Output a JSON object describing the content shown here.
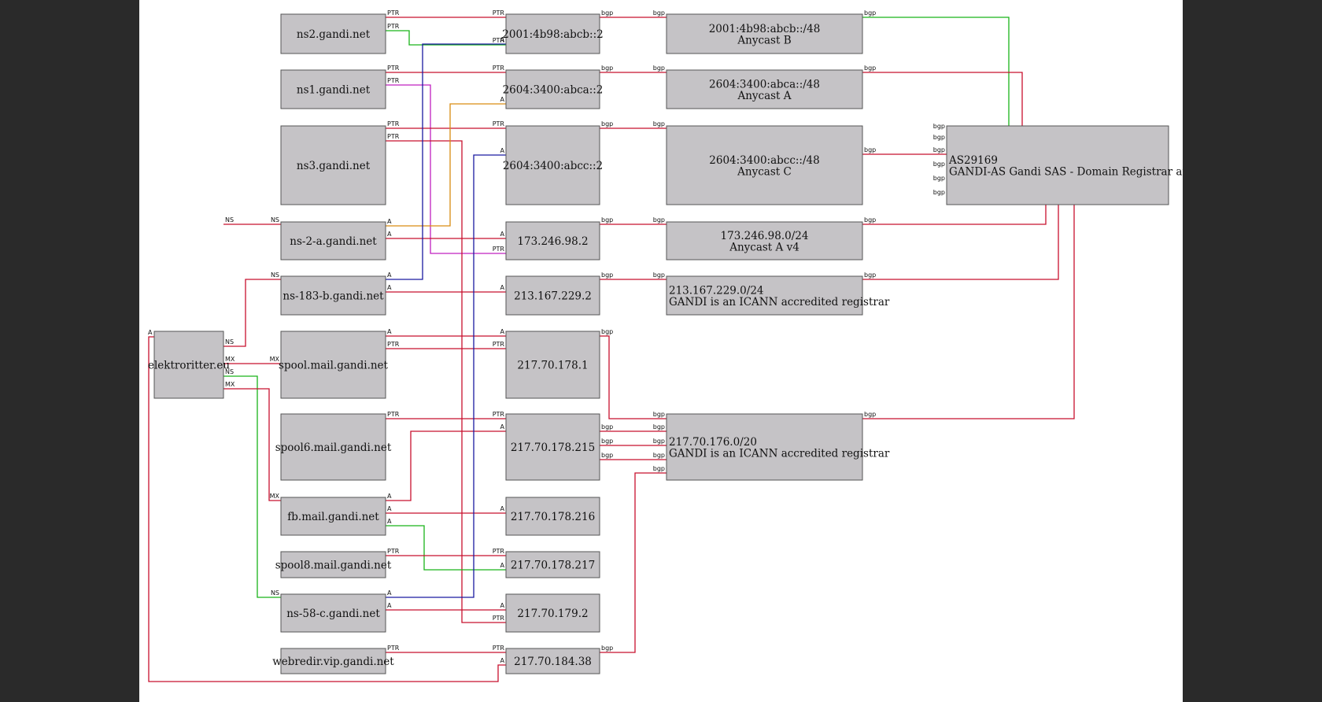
{
  "colors": {
    "page_background": "#2a2a2a",
    "canvas": "#ffffff",
    "node_fill": "#c5c3c6",
    "red": "#c8102e",
    "green": "#19b319",
    "blue": "#1a1aa0",
    "magenta": "#c020c0",
    "orange": "#d98c10"
  },
  "nodes": {
    "ns2": {
      "lines": [
        "ns2.gandi.net"
      ]
    },
    "ns1": {
      "lines": [
        "ns1.gandi.net"
      ]
    },
    "ns3": {
      "lines": [
        "ns3.gandi.net"
      ]
    },
    "ns2a": {
      "lines": [
        "ns-2-a.gandi.net"
      ]
    },
    "ns183b": {
      "lines": [
        "ns-183-b.gandi.net"
      ]
    },
    "spool": {
      "lines": [
        "spool.mail.gandi.net"
      ]
    },
    "spool6": {
      "lines": [
        "spool6.mail.gandi.net"
      ]
    },
    "fb": {
      "lines": [
        "fb.mail.gandi.net"
      ]
    },
    "spool8": {
      "lines": [
        "spool8.mail.gandi.net"
      ]
    },
    "ns58c": {
      "lines": [
        "ns-58-c.gandi.net"
      ]
    },
    "webredir": {
      "lines": [
        "webredir.vip.gandi.net"
      ]
    },
    "elektro": {
      "lines": [
        "elektroritter.eu"
      ]
    },
    "ip6b": {
      "lines": [
        "2001:4b98:abcb::2"
      ]
    },
    "ip6a": {
      "lines": [
        "2604:3400:abca::2"
      ]
    },
    "ip6c": {
      "lines": [
        "2604:3400:abcc::2"
      ]
    },
    "ip173": {
      "lines": [
        "173.246.98.2"
      ]
    },
    "ip213": {
      "lines": [
        "213.167.229.2"
      ]
    },
    "ip1781": {
      "lines": [
        "217.70.178.1"
      ]
    },
    "ip178215": {
      "lines": [
        "217.70.178.215"
      ]
    },
    "ip178216": {
      "lines": [
        "217.70.178.216"
      ]
    },
    "ip178217": {
      "lines": [
        "217.70.178.217"
      ]
    },
    "ip1792": {
      "lines": [
        "217.70.179.2"
      ]
    },
    "ip18438": {
      "lines": [
        "217.70.184.38"
      ]
    },
    "netB": {
      "lines": [
        "2001:4b98:abcb::/48",
        "Anycast B"
      ]
    },
    "netA": {
      "lines": [
        "2604:3400:abca::/48",
        "Anycast A"
      ]
    },
    "netC": {
      "lines": [
        "2604:3400:abcc::/48",
        "Anycast C"
      ]
    },
    "net173": {
      "lines": [
        "173.246.98.0/24",
        "Anycast A v4"
      ]
    },
    "net213": {
      "lines": [
        "213.167.229.0/24",
        "GANDI is an ICANN accredited registrar"
      ]
    },
    "net217": {
      "lines": [
        "217.70.176.0/20",
        "GANDI is an ICANN accredited registrar"
      ]
    },
    "as": {
      "lines": [
        "AS29169",
        "GANDI-AS Gandi SAS - Domain Registrar an"
      ]
    }
  },
  "edges": [
    {
      "from": "ns2",
      "to": "ip6b",
      "from_label": "PTR",
      "to_label": "PTR",
      "color": "red"
    },
    {
      "from": "ns2",
      "to": "ip213",
      "from_label": "PTR",
      "to_label": "PTR",
      "color": "green"
    },
    {
      "from": "ns1",
      "to": "ip6a",
      "from_label": "PTR",
      "to_label": "PTR",
      "color": "red"
    },
    {
      "from": "ns1",
      "to": "ip173",
      "from_label": "PTR",
      "to_label": "PTR",
      "color": "magenta"
    },
    {
      "from": "ns3",
      "to": "ip6c",
      "from_label": "PTR",
      "to_label": "PTR",
      "color": "red"
    },
    {
      "from": "ns3",
      "to": "ip1792",
      "from_label": "PTR",
      "to_label": "PTR",
      "color": "red"
    },
    {
      "from": "ns2a",
      "to": "ip6a",
      "from_label": "A",
      "to_label": "A",
      "color": "orange"
    },
    {
      "from": "ns2a",
      "to": "ip173",
      "from_label": "A",
      "to_label": "A",
      "color": "red"
    },
    {
      "from": "ns183b",
      "to": "ip6b",
      "from_label": "A",
      "to_label": "A",
      "color": "blue"
    },
    {
      "from": "ns183b",
      "to": "ip213",
      "from_label": "A",
      "to_label": "A",
      "color": "red"
    },
    {
      "from": "spool",
      "to": "ip1781",
      "from_label": "A",
      "to_label": "A",
      "color": "red"
    },
    {
      "from": "spool",
      "to": "ip1781",
      "from_label": "PTR",
      "to_label": "PTR",
      "color": "red"
    },
    {
      "from": "spool6",
      "to": "ip178215",
      "from_label": "PTR",
      "to_label": "PTR",
      "color": "red"
    },
    {
      "from": "fb",
      "to": "ip178215",
      "from_label": "A",
      "to_label": "A",
      "color": "red"
    },
    {
      "from": "fb",
      "to": "ip178216",
      "from_label": "A",
      "to_label": "A",
      "color": "red"
    },
    {
      "from": "fb",
      "to": "ip178217",
      "from_label": "A",
      "to_label": "A",
      "color": "green"
    },
    {
      "from": "spool8",
      "to": "ip178217",
      "from_label": "PTR",
      "to_label": "PTR",
      "color": "red"
    },
    {
      "from": "ns58c",
      "to": "ip6c",
      "from_label": "A",
      "to_label": "A",
      "color": "blue"
    },
    {
      "from": "ns58c",
      "to": "ip1792",
      "from_label": "A",
      "to_label": "A",
      "color": "red"
    },
    {
      "from": "webredir",
      "to": "ip18438",
      "from_label": "PTR",
      "to_label": "PTR",
      "color": "red"
    },
    {
      "from": "elektro",
      "to": "ns2a",
      "from_label": "NS",
      "to_label": "NS",
      "color": "red"
    },
    {
      "from": "elektro",
      "to": "ns183b",
      "from_label": "NS",
      "to_label": "NS",
      "color": "red"
    },
    {
      "from": "elektro",
      "to": "spool",
      "from_label": "MX",
      "to_label": "MX",
      "color": "red"
    },
    {
      "from": "elektro",
      "to": "ns58c",
      "from_label": "NS",
      "to_label": "NS",
      "color": "green"
    },
    {
      "from": "elektro",
      "to": "fb",
      "from_label": "MX",
      "to_label": "MX",
      "color": "red"
    },
    {
      "from": "elektro",
      "to": "ip18438",
      "from_label": "A",
      "to_label": "A",
      "color": "red"
    },
    {
      "from": "ip6b",
      "to": "netB",
      "from_label": "bgp",
      "to_label": "bgp",
      "color": "red"
    },
    {
      "from": "ip6a",
      "to": "netA",
      "from_label": "bgp",
      "to_label": "bgp",
      "color": "red"
    },
    {
      "from": "ip6c",
      "to": "netC",
      "from_label": "bgp",
      "to_label": "bgp",
      "color": "red"
    },
    {
      "from": "ip173",
      "to": "net173",
      "from_label": "bgp",
      "to_label": "bgp",
      "color": "red"
    },
    {
      "from": "ip213",
      "to": "net213",
      "from_label": "bgp",
      "to_label": "bgp",
      "color": "red"
    },
    {
      "from": "ip1781",
      "to": "net217",
      "from_label": "bgp",
      "to_label": "bgp",
      "color": "red"
    },
    {
      "from": "ip178215",
      "to": "net217",
      "from_label": "bgp",
      "to_label": "bgp",
      "color": "red"
    },
    {
      "from": "ip178216",
      "to": "net217",
      "from_label": "bgp",
      "to_label": "bgp",
      "color": "red"
    },
    {
      "from": "ip178217",
      "to": "net217",
      "from_label": "bgp",
      "to_label": "bgp",
      "color": "red"
    },
    {
      "from": "ip18438",
      "to": "net217",
      "from_label": "bgp",
      "to_label": "bgp",
      "color": "red"
    },
    {
      "from": "netB",
      "to": "as",
      "from_label": "bgp",
      "to_label": "bgp",
      "color": "green"
    },
    {
      "from": "netA",
      "to": "as",
      "from_label": "bgp",
      "to_label": "bgp",
      "color": "red"
    },
    {
      "from": "netC",
      "to": "as",
      "from_label": "bgp",
      "to_label": "bgp",
      "color": "red"
    },
    {
      "from": "net173",
      "to": "as",
      "from_label": "bgp",
      "to_label": "bgp",
      "color": "red"
    },
    {
      "from": "net213",
      "to": "as",
      "from_label": "bgp",
      "to_label": "bgp",
      "color": "red"
    },
    {
      "from": "net217",
      "to": "as",
      "from_label": "bgp",
      "to_label": "bgp",
      "color": "red"
    }
  ]
}
